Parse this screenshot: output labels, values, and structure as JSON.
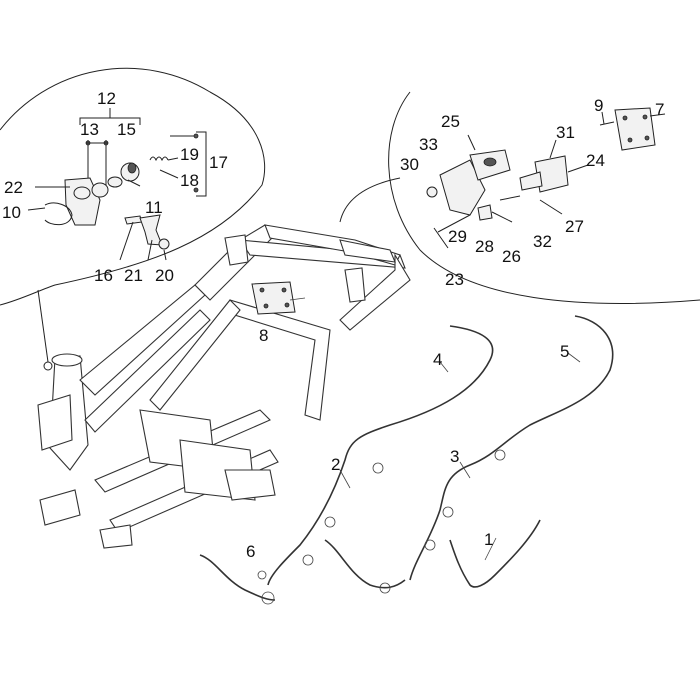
{
  "diagram": {
    "labels": {
      "p1": "1",
      "p2": "2",
      "p3": "3",
      "p4": "4",
      "p5": "5",
      "p6": "6",
      "p7": "7",
      "p8": "8",
      "p9": "9",
      "p10": "10",
      "p11": "11",
      "p12": "12",
      "p13": "13",
      "p15": "15",
      "p16": "16",
      "p17": "17",
      "p18": "18",
      "p19": "19",
      "p20": "20",
      "p21": "21",
      "p22": "22",
      "p23": "23",
      "p24": "24",
      "p25": "25",
      "p26": "26",
      "p27": "27",
      "p28": "28",
      "p29": "29",
      "p30": "30",
      "p31": "31",
      "p32": "32",
      "p33": "33"
    }
  }
}
